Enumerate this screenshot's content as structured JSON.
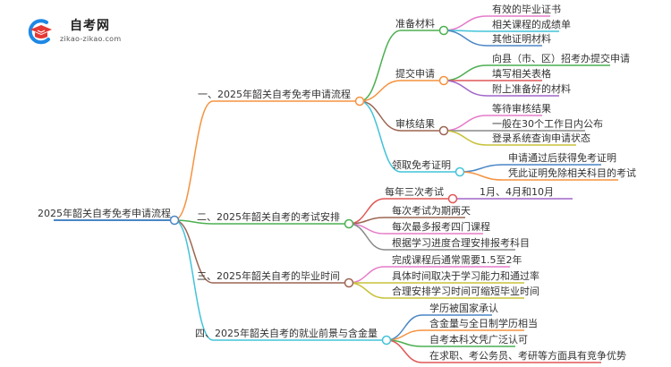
{
  "logo": {
    "title": "自考网",
    "url": "zikao-zikao.com",
    "icon": "graduation-cap-icon",
    "colors": {
      "cap": "#e53935",
      "ring": "#1e88e5"
    }
  },
  "mindmap": {
    "root": {
      "label": "2025年韶关自考免考申请流程",
      "color": "#4a86c5"
    },
    "branches": [
      {
        "label": "一、2025年韶关自考免考申请流程",
        "color": "#f5923e",
        "children": [
          {
            "label": "准备材料",
            "color": "#4caf50",
            "children": [
              {
                "label": "有效的毕业证书",
                "color": "#e57bc9"
              },
              {
                "label": "相关课程的成绩单",
                "color": "#42c3d9"
              },
              {
                "label": "其他证明材料",
                "color": "#4a86c5"
              }
            ]
          },
          {
            "label": "提交申请",
            "color": "#f5923e",
            "children": [
              {
                "label": "向县（市、区）招考办提交申请",
                "color": "#4caf50"
              },
              {
                "label": "填写相关表格",
                "color": "#e05757"
              },
              {
                "label": "附上准备好的材料",
                "color": "#a066c9"
              }
            ]
          },
          {
            "label": "审核结果",
            "color": "#9c6552",
            "children": [
              {
                "label": "等待审核结果",
                "color": "#e57bc9"
              },
              {
                "label": "一般在30个工作日内公布",
                "color": "#888888"
              },
              {
                "label": "登录系统查询申请状态",
                "color": "#c7c23a"
              }
            ]
          },
          {
            "label": "领取免考证明",
            "color": "#42c3d9",
            "children": [
              {
                "label": "申请通过后获得免考证明",
                "color": "#4a86c5"
              },
              {
                "label": "凭此证明免除相关科目的考试",
                "color": "#f5923e"
              }
            ]
          }
        ]
      },
      {
        "label": "二、2025年韶关自考的考试安排",
        "color": "#4caf50",
        "children": [
          {
            "label": "每年三次考试",
            "color": "#e05757",
            "children": [
              {
                "label": "1月、4月和10月",
                "color": "#a066c9"
              }
            ]
          },
          {
            "label": "每次考试为期两天",
            "color": "#9c6552"
          },
          {
            "label": "每次最多报考四门课程",
            "color": "#e57bc9"
          },
          {
            "label": "根据学习进度合理安排报考科目",
            "color": "#888888"
          }
        ]
      },
      {
        "label": "三、2025年韶关自考的毕业时间",
        "color": "#9c6552",
        "children": [
          {
            "label": "完成课程后通常需要1.5至2年",
            "color": "#e57bc9"
          },
          {
            "label": "具体时间取决于学习能力和通过率",
            "color": "#c7c23a"
          },
          {
            "label": "合理安排学习时间可缩短毕业时间",
            "color": "#c7c23a"
          }
        ]
      },
      {
        "label": "四、2025年韶关自考的就业前景与含金量",
        "color": "#42c3d9",
        "children": [
          {
            "label": "学历被国家承认",
            "color": "#4a86c5"
          },
          {
            "label": "含金量与全日制学历相当",
            "color": "#f5923e"
          },
          {
            "label": "自考本科文凭广泛认可",
            "color": "#4caf50"
          },
          {
            "label": "在求职、考公务员、考研等方面具有竞争优势",
            "color": "#e05757"
          }
        ]
      }
    ]
  }
}
